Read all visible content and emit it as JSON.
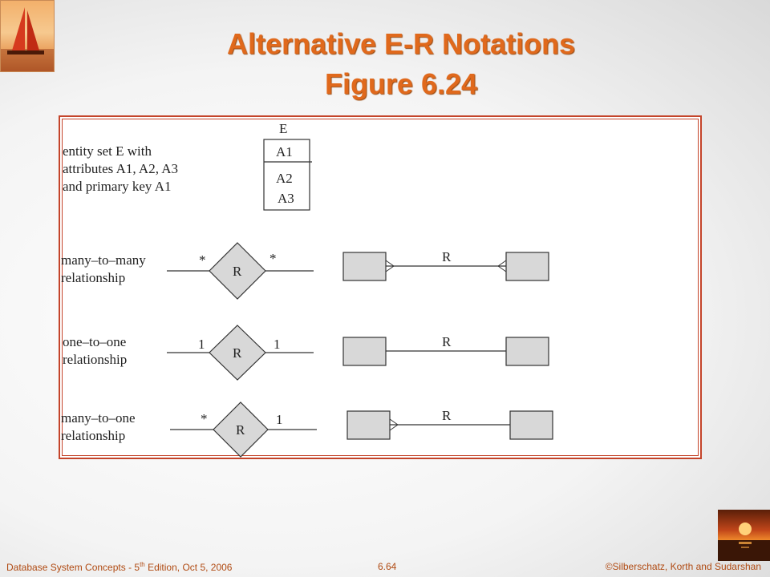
{
  "slide": {
    "title_line1": "Alternative E-R Notations",
    "title_line2": "Figure 6.24"
  },
  "figure": {
    "entity_label": "E",
    "attributes": [
      "A1",
      "A2",
      "A3"
    ],
    "entity_desc": [
      "entity set E with",
      "attributes A1, A2, A3",
      "and primary key A1"
    ],
    "rel_many_many": [
      "many–to–many",
      "relationship"
    ],
    "rel_one_one": [
      "one–to–one",
      "relationship"
    ],
    "rel_many_one": [
      "many–to–one",
      "relationship"
    ],
    "relationship_name": "R",
    "many_symbol": "*",
    "one_symbol": "1"
  },
  "footer": {
    "book": "Database System Concepts - 5",
    "book_sup": "th",
    "book_rest": " Edition, Oct 5, 2006",
    "page": "6.64",
    "copyright": "©Silberschatz, Korth and Sudarshan"
  },
  "colors": {
    "title": "#e0691c",
    "frame": "#c4442a",
    "shape_fill": "#d8d8d8",
    "footer_text": "#b04a12"
  }
}
